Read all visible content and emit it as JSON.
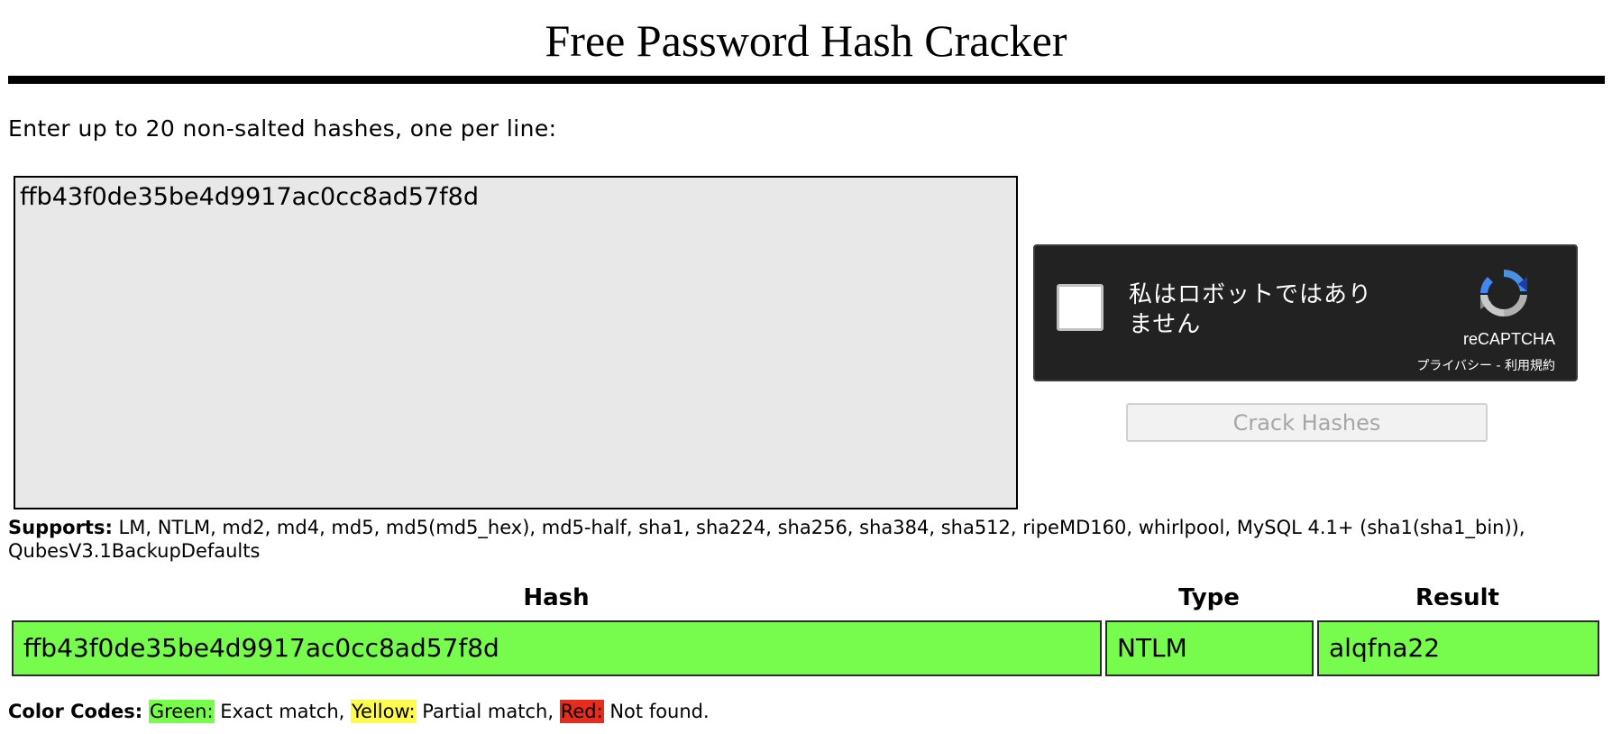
{
  "page": {
    "title": "Free Password Hash Cracker",
    "instructions": "Enter up to 20 non-salted hashes, one per line:"
  },
  "hash_input": {
    "value": "ffb43f0de35be4d9917ac0cc8ad57f8d"
  },
  "recaptcha": {
    "label": "私はロボットではありません",
    "brand": "reCAPTCHA",
    "links": "プライバシー - 利用規約",
    "icon": "recaptcha-logo-icon"
  },
  "crack_button": {
    "label": "Crack Hashes"
  },
  "supports": {
    "label": "Supports:",
    "text": "LM, NTLM, md2, md4, md5, md5(md5_hex), md5-half, sha1, sha224, sha256, sha384, sha512, ripeMD160, whirlpool, MySQL 4.1+ (sha1(sha1_bin)), QubesV3.1BackupDefaults"
  },
  "results_table": {
    "headers": [
      "Hash",
      "Type",
      "Result"
    ],
    "rows": [
      {
        "hash": "ffb43f0de35be4d9917ac0cc8ad57f8d",
        "type": "NTLM",
        "result": "alqfna22",
        "status_color": "#77fb4d"
      }
    ]
  },
  "color_codes": {
    "label": "Color Codes:",
    "green_label": "Green:",
    "green_text": " Exact match, ",
    "yellow_label": "Yellow:",
    "yellow_text": " Partial match, ",
    "red_label": "Red:",
    "red_text": " Not found.",
    "colors": {
      "green": "#77fb4d",
      "yellow": "#fffb4e",
      "red": "#e52d1f"
    }
  }
}
